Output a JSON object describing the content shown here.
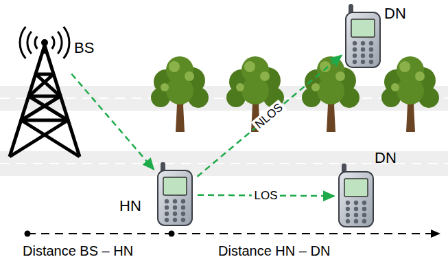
{
  "diagram": {
    "nodes": [
      {
        "text": [
          "BS"
        ]
      },
      {
        "text": [
          "DN"
        ]
      },
      {
        "text": [
          "HN"
        ]
      },
      {
        "text": [
          "DN"
        ]
      }
    ],
    "edges": [
      {
        "from": 0,
        "to": 2,
        "arrow": "to"
      },
      {
        "from": 2,
        "to": 1,
        "label": "NLOS",
        "arrow": "to"
      },
      {
        "from": 2,
        "to": 3,
        "label": "LOS",
        "arrow": "to"
      }
    ],
    "labels": [
      "Distance BS – HN",
      "Distance HN – DN"
    ]
  }
}
